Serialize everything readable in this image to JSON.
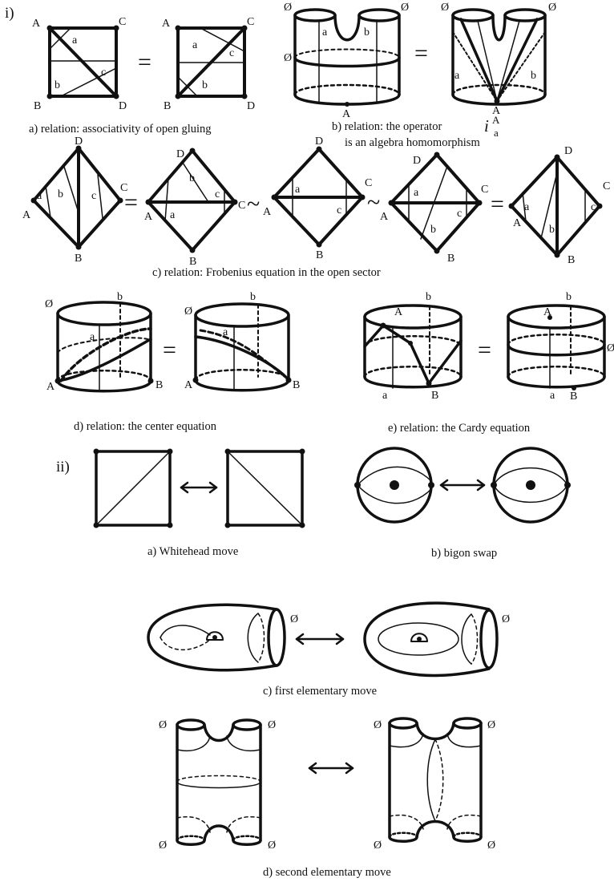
{
  "sections": {
    "first": "i)",
    "second": "ii)"
  },
  "symbols": {
    "equals": "=",
    "equivalent": "~",
    "empty": "Ø"
  },
  "vertices": {
    "A": "A",
    "B": "B",
    "C": "C",
    "D": "D"
  },
  "edges": {
    "a": "a",
    "b": "b",
    "c": "c"
  },
  "operator": {
    "symbol": "i",
    "superscript": "A",
    "subscript": "a"
  },
  "captions": {
    "i_a": "a)  relation: associativity of open gluing",
    "i_b_line1": "b)  relation: the operator",
    "i_b_line2": "is an algebra homomorphism",
    "i_c": "c)  relation: Frobenius equation in the open sector",
    "i_d": "d)  relation: the center equation",
    "i_e": "e)  relation: the Cardy equation",
    "ii_a": "a) Whitehead move",
    "ii_b": "b) bigon swap",
    "ii_c": "c) first elementary move",
    "ii_d": "d) second elementary move"
  }
}
